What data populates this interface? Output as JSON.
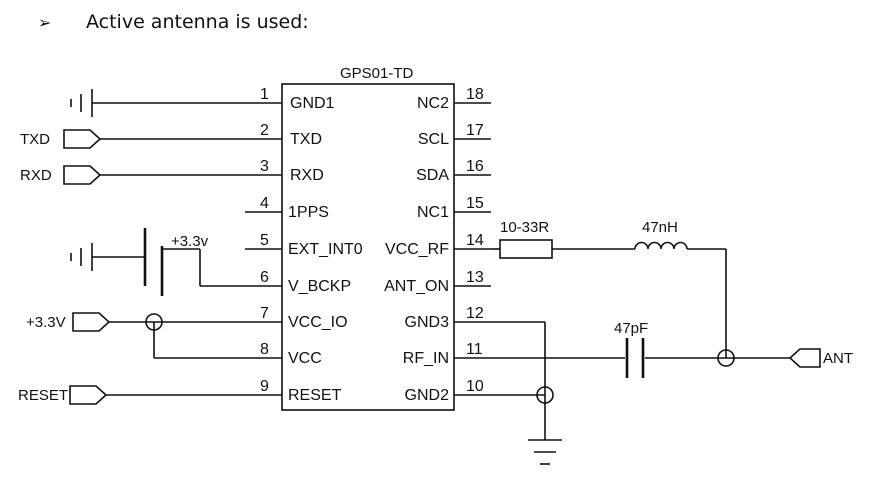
{
  "heading": {
    "bullet": "➢",
    "text": "Active antenna is used:"
  },
  "diagram": {
    "chip_name": "GPS01-TD",
    "left_pins": [
      {
        "num": "1",
        "name": "GND1"
      },
      {
        "num": "2",
        "name": "TXD"
      },
      {
        "num": "3",
        "name": "RXD"
      },
      {
        "num": "4",
        "name": "1PPS"
      },
      {
        "num": "5",
        "name": "EXT_INT0"
      },
      {
        "num": "6",
        "name": "V_BCKP"
      },
      {
        "num": "7",
        "name": "VCC_IO"
      },
      {
        "num": "8",
        "name": "VCC"
      },
      {
        "num": "9",
        "name": "RESET"
      }
    ],
    "right_pins": [
      {
        "num": "18",
        "name": "NC2"
      },
      {
        "num": "17",
        "name": "SCL"
      },
      {
        "num": "16",
        "name": "SDA"
      },
      {
        "num": "15",
        "name": "NC1"
      },
      {
        "num": "14",
        "name": "VCC_RF"
      },
      {
        "num": "13",
        "name": "ANT_ON"
      },
      {
        "num": "12",
        "name": "GND3"
      },
      {
        "num": "11",
        "name": "RF_IN"
      },
      {
        "num": "10",
        "name": "GND2"
      }
    ],
    "ports": {
      "txd": "TXD",
      "rxd": "RXD",
      "vcc_io": "+3.3V",
      "reset": "RESET",
      "ant": "ANT"
    },
    "backup_supply": "+3.3v",
    "resistor": "10-33R",
    "inductor": "47nH",
    "capacitor": "47pF"
  }
}
